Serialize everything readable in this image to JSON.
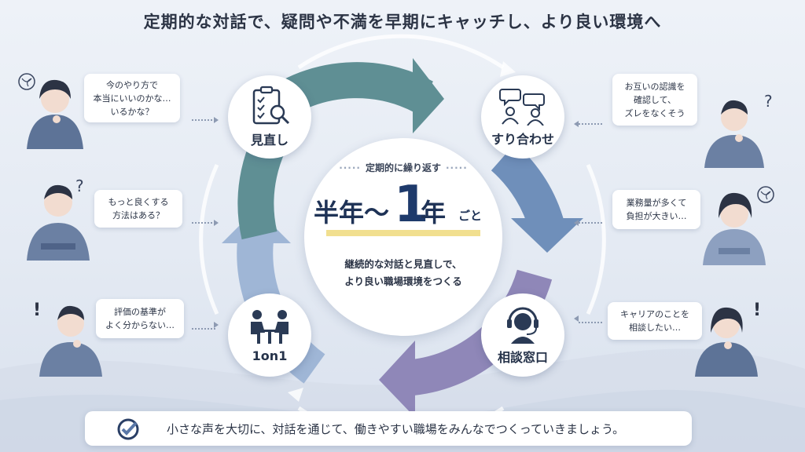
{
  "title": "定期的な対話で、疑問や不満を早期にキャッチし、より良い環境へ",
  "center": {
    "top": "定期的に繰り返す",
    "big_a": "半年〜",
    "big_num": "1",
    "big_b": "年",
    "big_suffix": "ごと",
    "sub1": "継続的な対話と見直しで、",
    "sub2": "より良い職場環境をつくる"
  },
  "nodes": {
    "review": {
      "label": "見直し",
      "icon": "clipboard-magnifier-icon"
    },
    "align": {
      "label": "すり合わせ",
      "icon": "people-speech-icon"
    },
    "consult": {
      "label": "相談窓口",
      "icon": "headset-operator-icon"
    },
    "oneonone": {
      "label": "1on1",
      "icon": "meeting-table-icon"
    }
  },
  "bubbles": {
    "l1": "今のやり方で\n本当にいいのかな…\nいるかな？",
    "l2": "もっと良くする\n方法はある？",
    "l3": "評価の基準が\nよく分からない…",
    "r1": "お互いの認識を\n確認して、\nズレをなくそう",
    "r2": "業務量が多くて\n負担が大きい…",
    "r3": "キャリアのことを\n相談したい…"
  },
  "footer": "小さな声を大切に、対話を通じて、働きやすい職場をみんなでつくっていきましょう。",
  "colors": {
    "arc_teal": "#5f8f94",
    "arc_blue": "#6f8fba",
    "arc_purple": "#8f87b8",
    "arc_light": "#9fb6d6",
    "accent_navy": "#1e3a6b",
    "highlight": "#f1df8f"
  }
}
